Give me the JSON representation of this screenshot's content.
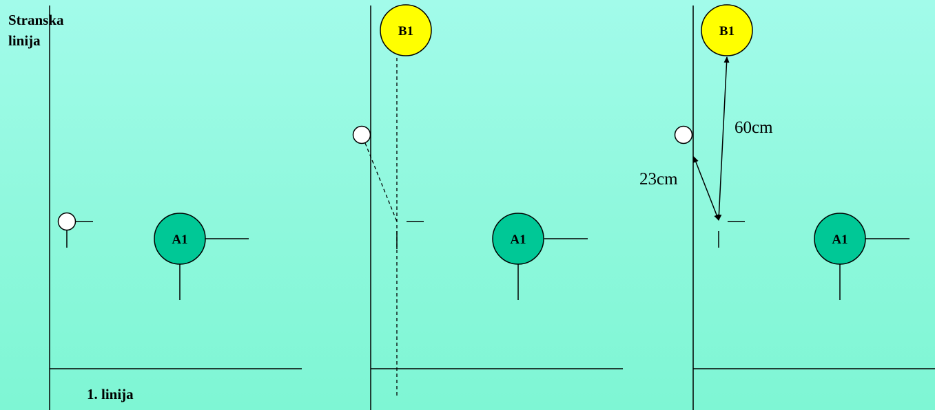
{
  "labels": {
    "sideline_line1": "Stranska",
    "sideline_line2": "linija",
    "first_line": "1. linija"
  },
  "players": {
    "a1": "A1",
    "b1": "B1"
  },
  "measurements": {
    "dist_b1": "60cm",
    "dist_ball": "23cm"
  },
  "colors": {
    "background": "#8ef8dc",
    "player_a": "#00c896",
    "player_b": "#ffff00",
    "ball": "#ffffff",
    "line": "#000000"
  }
}
